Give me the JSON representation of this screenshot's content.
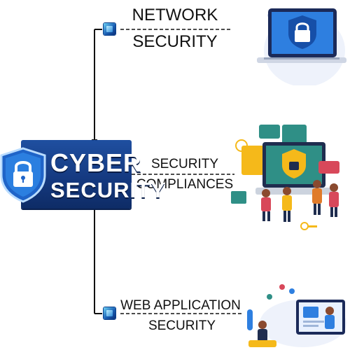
{
  "hub": {
    "line1": "CYBER",
    "line2": "SECURITY"
  },
  "branches": [
    {
      "line1": "NETWORK",
      "line2": "SECURITY"
    },
    {
      "line1": "SECURITY",
      "line2": "COMPLIANCES"
    },
    {
      "line1": "WEB APPLICATION",
      "line2": "SECURITY"
    }
  ],
  "colors": {
    "hub": "#1a4592",
    "connector": "#111111",
    "node": "#1a5fb4",
    "accent_yellow": "#f5b91a",
    "accent_teal": "#2f8f86"
  },
  "icons": [
    "lock-shield-icon",
    "laptop-lock-illustration",
    "compliance-illustration",
    "web-app-illustration"
  ]
}
